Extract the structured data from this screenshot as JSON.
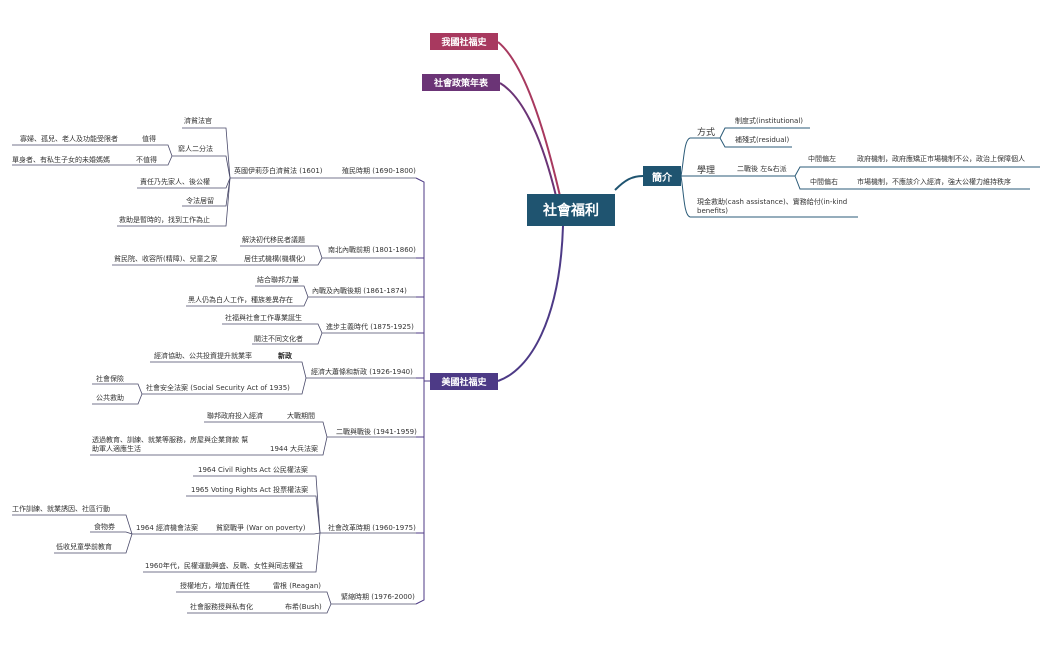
{
  "colors": {
    "root": "#1f5470",
    "intro": "#1f5470",
    "taiwan_history": "#a8395f",
    "policy_timeline": "#6b3476",
    "us_history": "#4d3a86",
    "line_blue": "#2b5b78",
    "line_purple": "#4d3a86"
  },
  "root": "社會福利",
  "branches": {
    "taiwan_history": "我國社福史",
    "policy_timeline": "社會政策年表",
    "intro": "簡介",
    "us_history": "美國社福史"
  },
  "intro": {
    "fangshi": "方式",
    "fangshi_items": [
      "制度式(institutional)",
      "補殘式(residual)"
    ],
    "xueli": "學理",
    "erzhanhou": "二戰後 左&右派",
    "zhongjian_zuo": "中間偏左",
    "zhongjian_zuo_desc": "政府機制，政府應矯正市場機制不公，政治上保障個人",
    "zhongjian_you": "中間偏右",
    "zhongjian_you_desc": "市場機制，不應該介入經濟，強大公權力維持秩序",
    "xianjin": "現金救助(cash assistance)、實務給付(in-kind benefits)"
  },
  "us": {
    "p1": {
      "era": "殖民時期 (1690-1800)",
      "law": "英國伊莉莎白濟貧法 (1601)",
      "items": {
        "jipin": "濟貧法官",
        "erfen": "窮人二分法",
        "zhide": "值得",
        "zhide_desc": "寡婦、孤兒、老人及功能受限者",
        "buzhide": "不值得",
        "buzhide_desc": "單身者、有私生子女的未婚媽媽",
        "zeren": "責任乃先家人、後公權",
        "linfa": "令法居留",
        "jiuzhu": "救助是暫時的，找到工作為止"
      }
    },
    "p2": {
      "era": "南北內戰前期 (1801-1860)",
      "a": "解決初代移民者議題",
      "b": "居住式機構(機構化)",
      "b_desc": "貧民院、收容所(精障)、兒童之家"
    },
    "p3": {
      "era": "內戰及內戰後期 (1861-1874)",
      "a": "結合聯邦力量",
      "b": "黑人仍為白人工作，種族差異存在"
    },
    "p4": {
      "era": "進步主義時代 (1875-1925)",
      "a": "社福與社會工作專業誕生",
      "b": "關注不同文化者"
    },
    "p5": {
      "era": "經濟大蕭條和新政 (1926-1940)",
      "xinzheng": "新政",
      "xinzheng_desc": "經濟協助、公共投資提升就業率",
      "ssa": "社會安全法案 (Social Security Act of 1935)",
      "ssa_items": [
        "社會保險",
        "公共救助"
      ]
    },
    "p6": {
      "era": "二戰與戰後 (1941-1959)",
      "dazhan": "大戰期間",
      "dazhan_desc": "聯邦政府投入經濟",
      "bing": "1944 大兵法案",
      "bing_desc": "透過教育、訓練、就業等服務，房屋與企業貸款 幫助軍人適應生活"
    },
    "p7": {
      "era": "社會改革時期 (1960-1975)",
      "civil": "1964 Civil Rights Act 公民權法案",
      "voting": "1965 Voting Rights Act 投票權法案",
      "war": "貧窮戰爭 (War on poverty)",
      "jingji": "1964 經濟機會法案",
      "jingji_items": [
        "工作訓練、就業誘因、社區行動",
        "食物券",
        "低收兒童學前教育"
      ],
      "sixties": "1960年代，民權運動興盛、反戰、女性與同志權益"
    },
    "p8": {
      "era": "緊縮時期 (1976-2000)",
      "reagan": "雷根 (Reagan)",
      "reagan_desc": "授權地方，增加責任性",
      "bush": "布希(Bush)",
      "bush_desc": "社會服務授與私有化"
    }
  }
}
